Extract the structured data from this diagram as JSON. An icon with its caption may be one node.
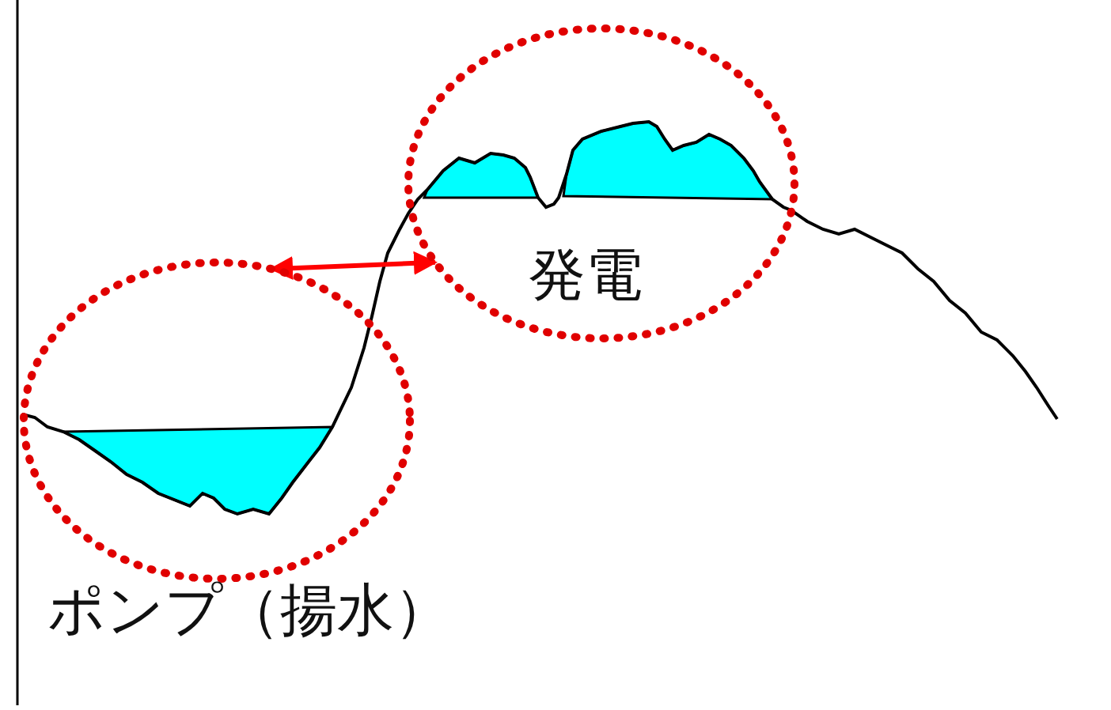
{
  "diagram": {
    "nodes": [
      {
        "text": [
          "ポンプ（揚水）"
        ]
      },
      {
        "text": [
          "発電"
        ]
      }
    ],
    "edges": [
      {
        "from": 0,
        "to": 1,
        "arrow": "both",
        "color": "#ff0000"
      }
    ]
  }
}
